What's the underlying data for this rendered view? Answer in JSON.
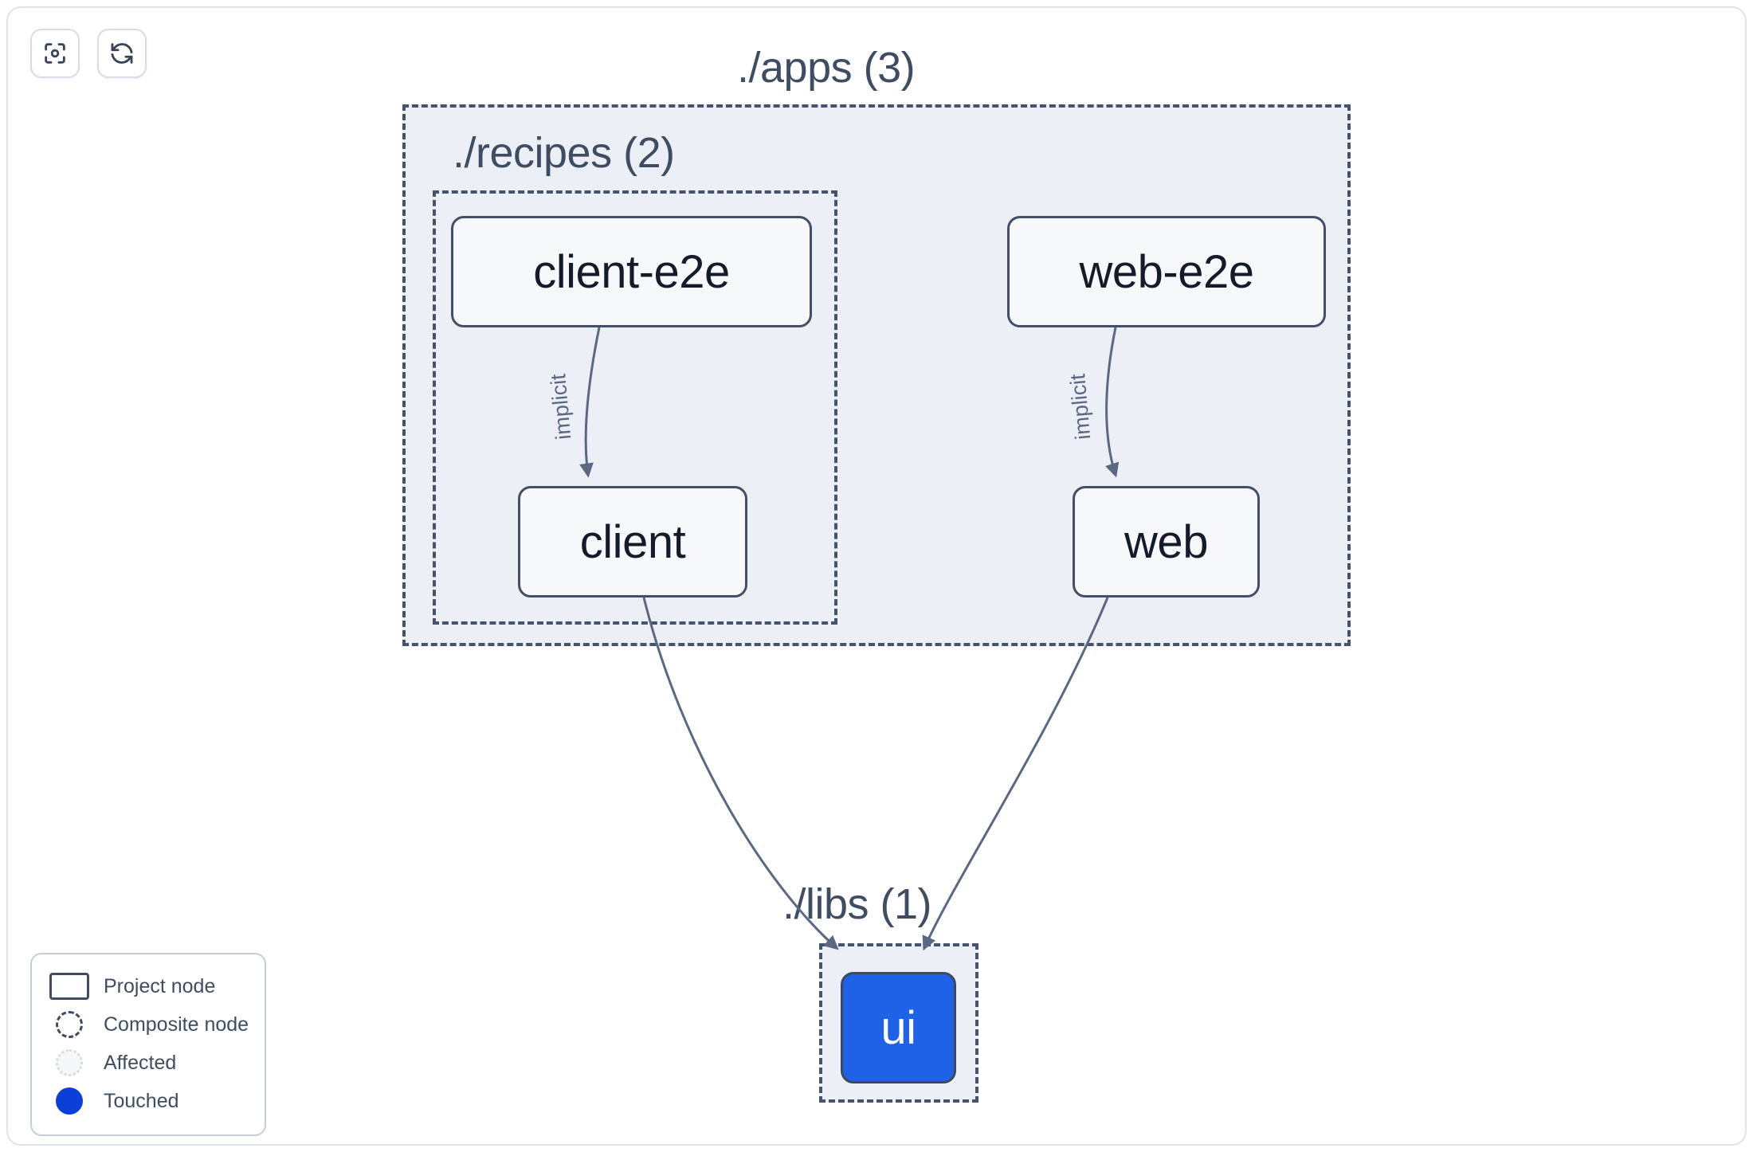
{
  "toolbar": {
    "buttons": [
      {
        "name": "focus-graph-button",
        "icon": "focus-target-icon",
        "label": ""
      },
      {
        "name": "refresh-graph-button",
        "icon": "refresh-icon",
        "label": ""
      }
    ]
  },
  "graph": {
    "groups": [
      {
        "id": "apps",
        "label": "./apps (3)",
        "count": 3
      },
      {
        "id": "recipes",
        "label": "./recipes (2)",
        "count": 2
      },
      {
        "id": "libs",
        "label": "./libs (1)",
        "count": 1
      }
    ],
    "nodes": [
      {
        "id": "client-e2e",
        "label": "client-e2e",
        "group": "recipes",
        "state": "normal"
      },
      {
        "id": "client",
        "label": "client",
        "group": "recipes",
        "state": "normal"
      },
      {
        "id": "web-e2e",
        "label": "web-e2e",
        "group": "apps",
        "state": "normal"
      },
      {
        "id": "web",
        "label": "web",
        "group": "apps",
        "state": "normal"
      },
      {
        "id": "ui",
        "label": "ui",
        "group": "libs",
        "state": "touched"
      }
    ],
    "edges": [
      {
        "from": "client-e2e",
        "to": "client",
        "label": "implicit"
      },
      {
        "from": "web-e2e",
        "to": "web",
        "label": "implicit"
      },
      {
        "from": "client",
        "to": "ui",
        "label": ""
      },
      {
        "from": "web",
        "to": "ui",
        "label": ""
      }
    ]
  },
  "legend": {
    "items": [
      {
        "swatch": "project-node",
        "label": "Project node"
      },
      {
        "swatch": "composite-node",
        "label": "Composite node"
      },
      {
        "swatch": "affected",
        "label": "Affected"
      },
      {
        "swatch": "touched",
        "label": "Touched"
      }
    ]
  },
  "colors": {
    "touched": "#1f62e8",
    "legend_touched": "#0b3fd8",
    "group_fill": "#eceff5",
    "group_border": "#45536b",
    "node_border": "#424f66",
    "node_fill": "#f7f8fa",
    "node_text": "#141b2b",
    "edge": "#5a6883",
    "canvas": "#ffffff"
  }
}
